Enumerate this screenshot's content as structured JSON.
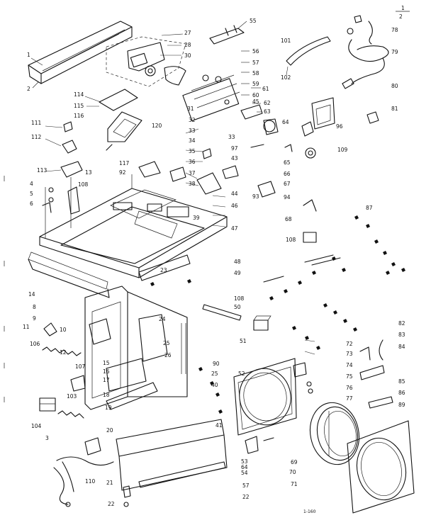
{
  "diagram": {
    "page_number": "1",
    "footer_code": "1-160",
    "callouts": [
      {
        "id": "c1",
        "text": "1"
      },
      {
        "id": "c2",
        "text": "2"
      },
      {
        "id": "c2b",
        "text": "2"
      },
      {
        "id": "c3",
        "text": "3"
      },
      {
        "id": "c4",
        "text": "4"
      },
      {
        "id": "c5",
        "text": "5"
      },
      {
        "id": "c6",
        "text": "6"
      },
      {
        "id": "c8",
        "text": "8"
      },
      {
        "id": "c9",
        "text": "9"
      },
      {
        "id": "c10",
        "text": "10"
      },
      {
        "id": "c11",
        "text": "11"
      },
      {
        "id": "c12",
        "text": "12"
      },
      {
        "id": "c13",
        "text": "13"
      },
      {
        "id": "c14",
        "text": "14"
      },
      {
        "id": "c15",
        "text": "15"
      },
      {
        "id": "c16",
        "text": "16"
      },
      {
        "id": "c17",
        "text": "17"
      },
      {
        "id": "c18",
        "text": "18"
      },
      {
        "id": "c19",
        "text": "19"
      },
      {
        "id": "c20",
        "text": "20"
      },
      {
        "id": "c21",
        "text": "21"
      },
      {
        "id": "c22",
        "text": "22"
      },
      {
        "id": "c22b",
        "text": "22"
      },
      {
        "id": "c23",
        "text": "23"
      },
      {
        "id": "c24",
        "text": "24"
      },
      {
        "id": "c25",
        "text": "25"
      },
      {
        "id": "c25b",
        "text": "25"
      },
      {
        "id": "c26",
        "text": "26"
      },
      {
        "id": "c27",
        "text": "27"
      },
      {
        "id": "c28",
        "text": "28"
      },
      {
        "id": "c30",
        "text": "30"
      },
      {
        "id": "c31",
        "text": "31"
      },
      {
        "id": "c32",
        "text": "32"
      },
      {
        "id": "c33",
        "text": "33"
      },
      {
        "id": "c33b",
        "text": "33"
      },
      {
        "id": "c34",
        "text": "34"
      },
      {
        "id": "c35",
        "text": "35"
      },
      {
        "id": "c36",
        "text": "36"
      },
      {
        "id": "c37",
        "text": "37"
      },
      {
        "id": "c38",
        "text": "38"
      },
      {
        "id": "c39",
        "text": "39"
      },
      {
        "id": "c40",
        "text": "40"
      },
      {
        "id": "c41",
        "text": "41"
      },
      {
        "id": "c43",
        "text": "43"
      },
      {
        "id": "c44",
        "text": "44"
      },
      {
        "id": "c45",
        "text": "45"
      },
      {
        "id": "c46",
        "text": "46"
      },
      {
        "id": "c47",
        "text": "47"
      },
      {
        "id": "c48",
        "text": "48"
      },
      {
        "id": "c49",
        "text": "49"
      },
      {
        "id": "c50",
        "text": "50"
      },
      {
        "id": "c51",
        "text": "51"
      },
      {
        "id": "c52",
        "text": "52"
      },
      {
        "id": "c53",
        "text": "53"
      },
      {
        "id": "c54",
        "text": "54"
      },
      {
        "id": "c55",
        "text": "55"
      },
      {
        "id": "c56",
        "text": "56"
      },
      {
        "id": "c57",
        "text": "57"
      },
      {
        "id": "c57b",
        "text": "57"
      },
      {
        "id": "c58",
        "text": "58"
      },
      {
        "id": "c59",
        "text": "59"
      },
      {
        "id": "c60",
        "text": "60"
      },
      {
        "id": "c61",
        "text": "61"
      },
      {
        "id": "c62",
        "text": "62"
      },
      {
        "id": "c63",
        "text": "63"
      },
      {
        "id": "c64",
        "text": "64"
      },
      {
        "id": "c64b",
        "text": "64"
      },
      {
        "id": "c65",
        "text": "65"
      },
      {
        "id": "c66",
        "text": "66"
      },
      {
        "id": "c67",
        "text": "67"
      },
      {
        "id": "c68",
        "text": "68"
      },
      {
        "id": "c69",
        "text": "69"
      },
      {
        "id": "c70",
        "text": "70"
      },
      {
        "id": "c71",
        "text": "71"
      },
      {
        "id": "c72",
        "text": "72"
      },
      {
        "id": "c73",
        "text": "73"
      },
      {
        "id": "c74",
        "text": "74"
      },
      {
        "id": "c75",
        "text": "75"
      },
      {
        "id": "c76",
        "text": "76"
      },
      {
        "id": "c77",
        "text": "77"
      },
      {
        "id": "c78",
        "text": "78"
      },
      {
        "id": "c79",
        "text": "79"
      },
      {
        "id": "c80",
        "text": "80"
      },
      {
        "id": "c81",
        "text": "81"
      },
      {
        "id": "c82",
        "text": "82"
      },
      {
        "id": "c83",
        "text": "83"
      },
      {
        "id": "c84",
        "text": "84"
      },
      {
        "id": "c85",
        "text": "85"
      },
      {
        "id": "c86",
        "text": "86"
      },
      {
        "id": "c87",
        "text": "87"
      },
      {
        "id": "c89",
        "text": "89"
      },
      {
        "id": "c90",
        "text": "90"
      },
      {
        "id": "c92",
        "text": "92"
      },
      {
        "id": "c93",
        "text": "93"
      },
      {
        "id": "c94",
        "text": "94"
      },
      {
        "id": "c96",
        "text": "96"
      },
      {
        "id": "c97",
        "text": "97"
      },
      {
        "id": "c101",
        "text": "101"
      },
      {
        "id": "c102",
        "text": "102"
      },
      {
        "id": "c103",
        "text": "103"
      },
      {
        "id": "c104",
        "text": "104"
      },
      {
        "id": "c106",
        "text": "106"
      },
      {
        "id": "c107",
        "text": "107"
      },
      {
        "id": "c108",
        "text": "108"
      },
      {
        "id": "c108b",
        "text": "108"
      },
      {
        "id": "c108c",
        "text": "108"
      },
      {
        "id": "c109",
        "text": "109"
      },
      {
        "id": "c110",
        "text": "110"
      },
      {
        "id": "c111",
        "text": "111"
      },
      {
        "id": "c112",
        "text": "112"
      },
      {
        "id": "c113",
        "text": "113"
      },
      {
        "id": "c114",
        "text": "114"
      },
      {
        "id": "c115",
        "text": "115"
      },
      {
        "id": "c116",
        "text": "116"
      },
      {
        "id": "c117",
        "text": "117"
      },
      {
        "id": "c120",
        "text": "120"
      }
    ]
  }
}
